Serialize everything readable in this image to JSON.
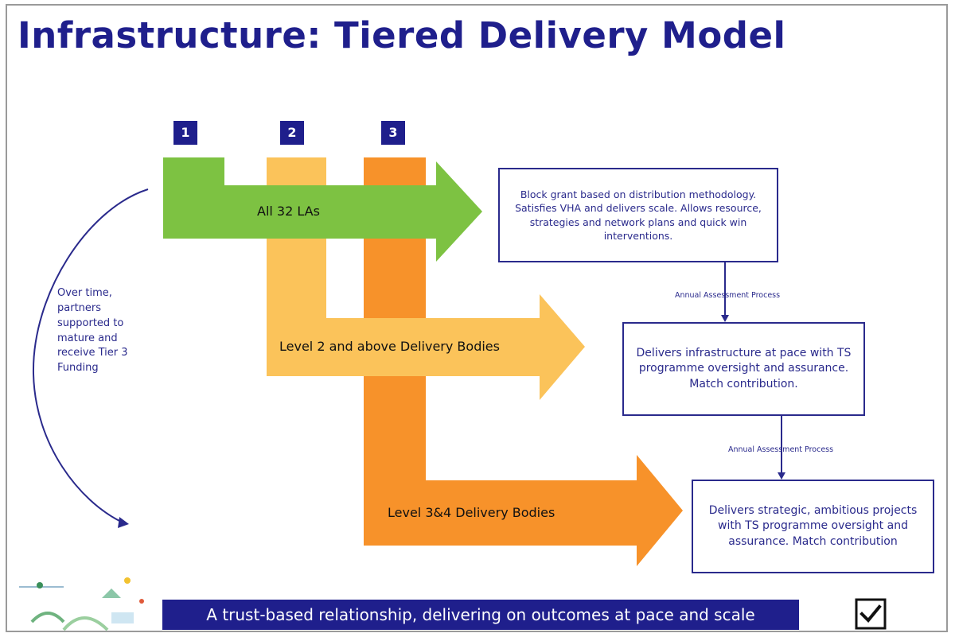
{
  "title": "Infrastructure: Tiered Delivery Model",
  "tiers": [
    "1",
    "2",
    "3"
  ],
  "arrows": [
    {
      "label": "All 32 LAs",
      "color": "#7dc242"
    },
    {
      "label": "Level 2 and above Delivery Bodies",
      "color": "#fbc35a"
    },
    {
      "label": "Level 3&4 Delivery Bodies",
      "color": "#f7922a"
    }
  ],
  "boxes": [
    "Block grant based on distribution methodology. Satisfies VHA and delivers scale. Allows resource, strategies and network plans and quick win interventions.",
    "Delivers infrastructure at pace with TS programme oversight and assurance. Match contribution.",
    "Delivers strategic, ambitious projects with TS programme oversight and assurance. Match contribution"
  ],
  "assessment_labels": [
    "Annual Assessment Process",
    "Annual Assessment Process"
  ],
  "side_note": "Over time, partners supported to mature and receive Tier 3 Funding",
  "banner": "A trust-based relationship, delivering on outcomes at pace and scale",
  "icons": {
    "checkbox": "checkbox-checked-icon"
  },
  "colors": {
    "navy": "#1f1f8c",
    "green": "#7dc242",
    "yellow": "#fbc35a",
    "orange": "#f7922a"
  }
}
